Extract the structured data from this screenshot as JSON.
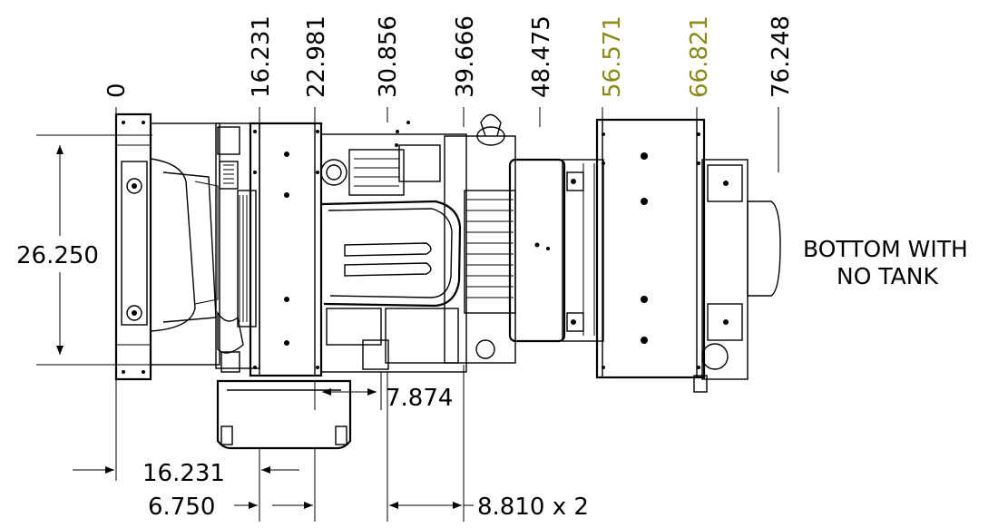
{
  "colors": {
    "default_dim": "#000000",
    "highlight_dim": "#8a8a1a"
  },
  "top_dimensions": [
    {
      "label": "0",
      "highlight": false
    },
    {
      "label": "16.231",
      "highlight": false
    },
    {
      "label": "22.981",
      "highlight": false
    },
    {
      "label": "30.856",
      "highlight": false
    },
    {
      "label": "39.666",
      "highlight": false
    },
    {
      "label": "48.475",
      "highlight": false
    },
    {
      "label": "56.571",
      "highlight": true
    },
    {
      "label": "66.821",
      "highlight": true
    },
    {
      "label": "76.248",
      "highlight": false
    }
  ],
  "left_dimension": "26.250",
  "bottom_dimensions": {
    "gap_a": "7.874",
    "width_b": "16.231",
    "width_c": "6.750",
    "repeat_d": "8.810 x 2"
  },
  "view_note": {
    "line1": "BOTTOM WITH",
    "line2": "NO TANK"
  }
}
